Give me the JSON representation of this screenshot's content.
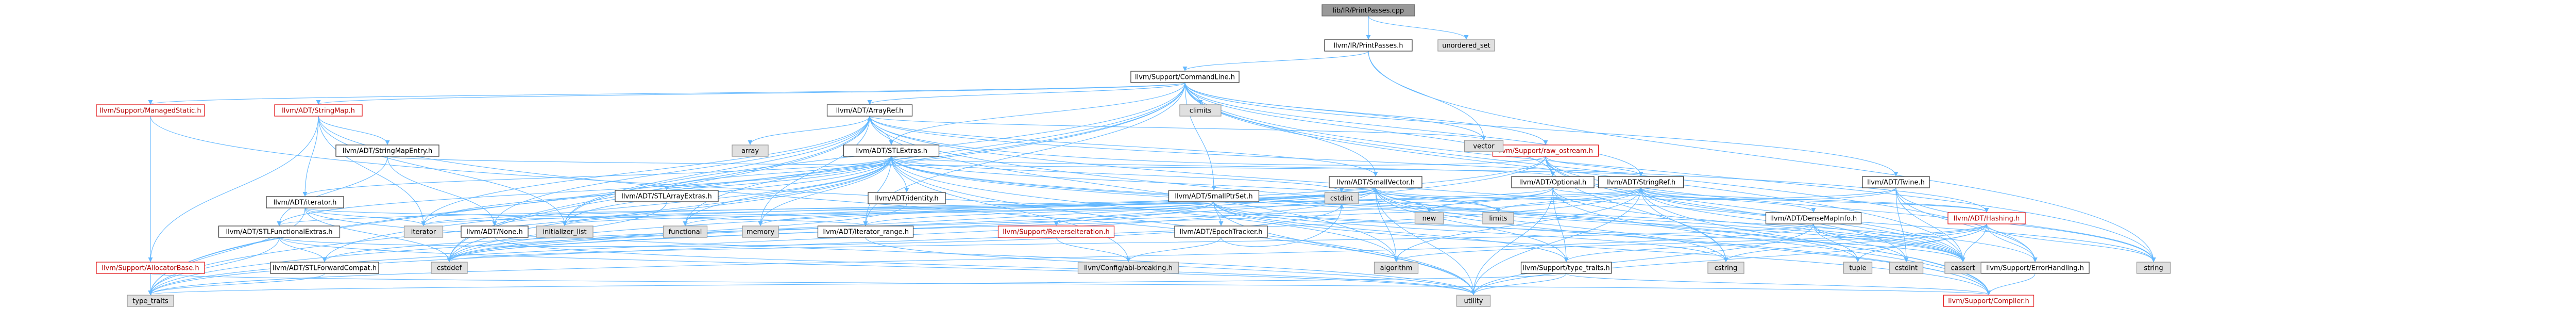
{
  "graph": {
    "colors": {
      "edge": "#63b8ff",
      "default_fill": "#ffffff",
      "default_border": "#3d3d3d",
      "default_text": "#000000",
      "red_border": "#e31a1c",
      "red_text": "#b30000",
      "gray_fill": "#e0e0e0",
      "gray_border": "#999999",
      "root_fill": "#999999",
      "root_border": "#666666"
    },
    "nodes": [
      {
        "id": "root",
        "label": "lib/IR/PrintPasses.cpp",
        "style": "root"
      },
      {
        "id": "printpasses_h",
        "label": "llvm/IR/PrintPasses.h",
        "style": "normal"
      },
      {
        "id": "unordered_set",
        "label": "unordered_set",
        "style": "gray"
      },
      {
        "id": "commandline",
        "label": "llvm/Support/CommandLine.h",
        "style": "normal"
      },
      {
        "id": "managedstatic",
        "label": "llvm/Support/ManagedStatic.h",
        "style": "red"
      },
      {
        "id": "stringmap",
        "label": "llvm/ADT/StringMap.h",
        "style": "red"
      },
      {
        "id": "arrayref",
        "label": "llvm/ADT/ArrayRef.h",
        "style": "normal"
      },
      {
        "id": "climits",
        "label": "climits",
        "style": "gray"
      },
      {
        "id": "raw_ostream",
        "label": "llvm/Support/raw_ostream.h",
        "style": "red"
      },
      {
        "id": "vector",
        "label": "vector",
        "style": "gray"
      },
      {
        "id": "twine",
        "label": "llvm/ADT/Twine.h",
        "style": "normal"
      },
      {
        "id": "array",
        "label": "array",
        "style": "gray"
      },
      {
        "id": "stringmapentry",
        "label": "llvm/ADT/StringMapEntry.h",
        "style": "normal"
      },
      {
        "id": "stlextras",
        "label": "llvm/ADT/STLExtras.h",
        "style": "normal"
      },
      {
        "id": "stringref",
        "label": "llvm/ADT/StringRef.h",
        "style": "normal"
      },
      {
        "id": "iterator_h",
        "label": "llvm/ADT/iterator.h",
        "style": "normal"
      },
      {
        "id": "stlarrayextras",
        "label": "llvm/ADT/STLArrayExtras.h",
        "style": "normal"
      },
      {
        "id": "identity",
        "label": "llvm/ADT/identity.h",
        "style": "normal"
      },
      {
        "id": "smallptrset",
        "label": "llvm/ADT/SmallPtrSet.h",
        "style": "normal"
      },
      {
        "id": "smallvector",
        "label": "llvm/ADT/SmallVector.h",
        "style": "normal"
      },
      {
        "id": "optional",
        "label": "llvm/ADT/Optional.h",
        "style": "normal"
      },
      {
        "id": "stlfunctionalextras",
        "label": "llvm/ADT/STLFunctionalExtras.h",
        "style": "normal"
      },
      {
        "id": "none",
        "label": "llvm/ADT/None.h",
        "style": "normal"
      },
      {
        "id": "iterator_range",
        "label": "llvm/ADT/iterator_range.h",
        "style": "normal"
      },
      {
        "id": "reverseiteration",
        "label": "llvm/Support/ReverseIteration.h",
        "style": "red"
      },
      {
        "id": "epochtracker",
        "label": "llvm/ADT/EpochTracker.h",
        "style": "normal"
      },
      {
        "id": "densemapinfo",
        "label": "llvm/ADT/DenseMapInfo.h",
        "style": "normal"
      },
      {
        "id": "hashing",
        "label": "llvm/ADT/Hashing.h",
        "style": "red"
      },
      {
        "id": "allocatorbase",
        "label": "llvm/Support/AllocatorBase.h",
        "style": "red"
      },
      {
        "id": "stlforwardcompat",
        "label": "llvm/ADT/STLForwardCompat.h",
        "style": "normal"
      },
      {
        "id": "configabi",
        "label": "llvm/Config/abi-breaking.h",
        "style": "gray"
      },
      {
        "id": "typetraits_sup",
        "label": "llvm/Support/type_traits.h",
        "style": "normal"
      },
      {
        "id": "errorhandling",
        "label": "llvm/Support/ErrorHandling.h",
        "style": "normal"
      },
      {
        "id": "compiler",
        "label": "llvm/Support/Compiler.h",
        "style": "red"
      },
      {
        "id": "iterator",
        "label": "iterator",
        "style": "gray"
      },
      {
        "id": "initializer_list",
        "label": "initializer_list",
        "style": "gray"
      },
      {
        "id": "functional",
        "label": "functional",
        "style": "gray"
      },
      {
        "id": "memory",
        "label": "memory",
        "style": "gray"
      },
      {
        "id": "cstdint_a",
        "label": "cstdint",
        "style": "gray"
      },
      {
        "id": "new",
        "label": "new",
        "style": "gray"
      },
      {
        "id": "limits",
        "label": "limits",
        "style": "gray"
      },
      {
        "id": "cstddef",
        "label": "cstddef",
        "style": "gray"
      },
      {
        "id": "algorithm",
        "label": "algorithm",
        "style": "gray"
      },
      {
        "id": "cstring",
        "label": "cstring",
        "style": "gray"
      },
      {
        "id": "tuple",
        "label": "tuple",
        "style": "gray"
      },
      {
        "id": "cstdint_b",
        "label": "cstdint",
        "style": "gray"
      },
      {
        "id": "cassert",
        "label": "cassert",
        "style": "gray"
      },
      {
        "id": "string",
        "label": "string",
        "style": "gray"
      },
      {
        "id": "type_traits",
        "label": "type_traits",
        "style": "gray"
      },
      {
        "id": "utility",
        "label": "utility",
        "style": "gray"
      }
    ],
    "edges": [
      [
        "root",
        "printpasses_h"
      ],
      [
        "root",
        "unordered_set"
      ],
      [
        "printpasses_h",
        "commandline"
      ],
      [
        "printpasses_h",
        "vector"
      ],
      [
        "printpasses_h",
        "string"
      ],
      [
        "commandline",
        "managedstatic"
      ],
      [
        "commandline",
        "stringmap"
      ],
      [
        "commandline",
        "arrayref"
      ],
      [
        "commandline",
        "climits"
      ],
      [
        "commandline",
        "raw_ostream"
      ],
      [
        "commandline",
        "vector"
      ],
      [
        "commandline",
        "twine"
      ],
      [
        "commandline",
        "stlextras"
      ],
      [
        "commandline",
        "stringref"
      ],
      [
        "commandline",
        "smallptrset"
      ],
      [
        "commandline",
        "smallvector"
      ],
      [
        "commandline",
        "optional"
      ],
      [
        "commandline",
        "iterator_range"
      ],
      [
        "commandline",
        "errorhandling"
      ],
      [
        "commandline",
        "cassert"
      ],
      [
        "commandline",
        "cstddef"
      ],
      [
        "commandline",
        "functional"
      ],
      [
        "commandline",
        "initializer_list"
      ],
      [
        "commandline",
        "string"
      ],
      [
        "commandline",
        "type_traits"
      ],
      [
        "managedstatic",
        "compiler"
      ],
      [
        "managedstatic",
        "type_traits"
      ],
      [
        "stringmap",
        "stringmapentry"
      ],
      [
        "stringmap",
        "iterator_h"
      ],
      [
        "stringmap",
        "allocatorbase"
      ],
      [
        "stringmap",
        "initializer_list"
      ],
      [
        "stringmap",
        "iterator"
      ],
      [
        "stringmap",
        "utility"
      ],
      [
        "arrayref",
        "hashing"
      ],
      [
        "arrayref",
        "none"
      ],
      [
        "arrayref",
        "smallvector"
      ],
      [
        "arrayref",
        "stlextras"
      ],
      [
        "arrayref",
        "compiler"
      ],
      [
        "arrayref",
        "algorithm"
      ],
      [
        "arrayref",
        "array"
      ],
      [
        "arrayref",
        "cassert"
      ],
      [
        "arrayref",
        "cstddef"
      ],
      [
        "arrayref",
        "initializer_list"
      ],
      [
        "arrayref",
        "iterator"
      ],
      [
        "arrayref",
        "memory"
      ],
      [
        "arrayref",
        "type_traits"
      ],
      [
        "arrayref",
        "vector"
      ],
      [
        "raw_ostream",
        "arrayref"
      ],
      [
        "raw_ostream",
        "stringref"
      ],
      [
        "raw_ostream",
        "optional"
      ],
      [
        "raw_ostream",
        "cassert"
      ],
      [
        "raw_ostream",
        "cstddef"
      ],
      [
        "raw_ostream",
        "cstdint_b"
      ],
      [
        "raw_ostream",
        "cstring"
      ],
      [
        "raw_ostream",
        "string"
      ],
      [
        "raw_ostream",
        "type_traits"
      ],
      [
        "twine",
        "smallvector"
      ],
      [
        "twine",
        "stringref"
      ],
      [
        "twine",
        "errorhandling"
      ],
      [
        "twine",
        "cassert"
      ],
      [
        "twine",
        "cstdint_b"
      ],
      [
        "twine",
        "string"
      ],
      [
        "stringmapentry",
        "none"
      ],
      [
        "stringmapentry",
        "stringref"
      ],
      [
        "stringmapentry",
        "stlfunctionalextras"
      ],
      [
        "stlextras",
        "stlarrayextras"
      ],
      [
        "stlextras",
        "identity"
      ],
      [
        "stlextras",
        "optional"
      ],
      [
        "stlextras",
        "stlforwardcompat"
      ],
      [
        "stlextras",
        "stlfunctionalextras"
      ],
      [
        "stlextras",
        "iterator_h"
      ],
      [
        "stlextras",
        "iterator_range"
      ],
      [
        "stlextras",
        "configabi"
      ],
      [
        "stlextras",
        "errorhandling"
      ],
      [
        "stlextras",
        "algorithm"
      ],
      [
        "stlextras",
        "cassert"
      ],
      [
        "stlextras",
        "cstddef"
      ],
      [
        "stlextras",
        "cstdint_a"
      ],
      [
        "stlextras",
        "cstdlib_x"
      ],
      [
        "stlextras",
        "functional"
      ],
      [
        "stlextras",
        "initializer_list"
      ],
      [
        "stlextras",
        "iterator"
      ],
      [
        "stlextras",
        "limits"
      ],
      [
        "stlextras",
        "memory"
      ],
      [
        "stlextras",
        "tuple"
      ],
      [
        "stlextras",
        "type_traits"
      ],
      [
        "stlextras",
        "utility"
      ],
      [
        "stringref",
        "stlfunctionalextras"
      ],
      [
        "stringref",
        "iterator_range"
      ],
      [
        "stringref",
        "compiler"
      ],
      [
        "stringref",
        "algorithm"
      ],
      [
        "stringref",
        "cassert"
      ],
      [
        "stringref",
        "cstddef"
      ],
      [
        "stringref",
        "cstring"
      ],
      [
        "stringref",
        "limits"
      ],
      [
        "stringref",
        "string"
      ],
      [
        "stringref",
        "type_traits"
      ],
      [
        "stringref",
        "utility"
      ],
      [
        "stringref",
        "densemapinfo"
      ],
      [
        "stringref",
        "hashing"
      ],
      [
        "iterator_h",
        "iterator_range"
      ],
      [
        "iterator_h",
        "cstddef"
      ],
      [
        "iterator_h",
        "iterator"
      ],
      [
        "iterator_h",
        "type_traits"
      ],
      [
        "iterator_h",
        "utility"
      ],
      [
        "stlarrayextras",
        "cstddef"
      ],
      [
        "identity",
        "cstddef"
      ],
      [
        "smallptrset",
        "epochtracker"
      ],
      [
        "smallptrset",
        "compiler"
      ],
      [
        "smallptrset",
        "reverseiteration"
      ],
      [
        "smallptrset",
        "typetraits_sup"
      ],
      [
        "smallptrset",
        "cassert"
      ],
      [
        "smallptrset",
        "cstddef"
      ],
      [
        "smallptrset",
        "cstdlib_x"
      ],
      [
        "smallptrset",
        "cstring"
      ],
      [
        "smallptrset",
        "initializer_list"
      ],
      [
        "smallptrset",
        "iterator"
      ],
      [
        "smallptrset",
        "utility"
      ],
      [
        "smallvector",
        "compiler"
      ],
      [
        "smallvector",
        "typetraits_sup"
      ],
      [
        "smallvector",
        "algorithm"
      ],
      [
        "smallvector",
        "cassert"
      ],
      [
        "smallvector",
        "cstddef"
      ],
      [
        "smallvector",
        "cstdlib_x"
      ],
      [
        "smallvector",
        "cstring"
      ],
      [
        "smallvector",
        "functional"
      ],
      [
        "smallvector",
        "initializer_list"
      ],
      [
        "smallvector",
        "iterator"
      ],
      [
        "smallvector",
        "limits"
      ],
      [
        "smallvector",
        "memory"
      ],
      [
        "smallvector",
        "new"
      ],
      [
        "smallvector",
        "type_traits"
      ],
      [
        "smallvector",
        "utility"
      ],
      [
        "smallvector",
        "cstdint_a"
      ],
      [
        "optional",
        "hashing"
      ],
      [
        "optional",
        "none"
      ],
      [
        "optional",
        "stlforwardcompat"
      ],
      [
        "optional",
        "compiler"
      ],
      [
        "optional",
        "typetraits_sup"
      ],
      [
        "optional",
        "cassert"
      ],
      [
        "optional",
        "new"
      ],
      [
        "optional",
        "utility"
      ],
      [
        "stlfunctionalextras",
        "stlforwardcompat"
      ],
      [
        "stlfunctionalextras",
        "cstdint_a"
      ],
      [
        "stlfunctionalextras",
        "type_traits"
      ],
      [
        "stlfunctionalextras",
        "utility"
      ],
      [
        "none",
        "utility"
      ],
      [
        "iterator_range",
        "utility"
      ],
      [
        "reverseiteration",
        "configabi"
      ],
      [
        "epochtracker",
        "configabi"
      ],
      [
        "epochtracker",
        "cstdint_a"
      ],
      [
        "densemapinfo",
        "cassert"
      ],
      [
        "densemapinfo",
        "cstddef"
      ],
      [
        "densemapinfo",
        "cstdint_b"
      ],
      [
        "densemapinfo",
        "tuple"
      ],
      [
        "densemapinfo",
        "type_traits"
      ],
      [
        "densemapinfo",
        "utility"
      ],
      [
        "hashing",
        "errorhandling"
      ],
      [
        "hashing",
        "typetraits_sup"
      ],
      [
        "hashing",
        "algorithm"
      ],
      [
        "hashing",
        "cassert"
      ],
      [
        "hashing",
        "cstring"
      ],
      [
        "hashing",
        "string"
      ],
      [
        "hashing",
        "tuple"
      ],
      [
        "hashing",
        "utility"
      ],
      [
        "allocatorbase",
        "compiler"
      ],
      [
        "allocatorbase",
        "type_traits"
      ],
      [
        "stlforwardcompat",
        "type_traits"
      ],
      [
        "typetraits_sup",
        "compiler"
      ],
      [
        "typetraits_sup",
        "type_traits"
      ],
      [
        "typetraits_sup",
        "utility"
      ],
      [
        "errorhandling",
        "compiler"
      ]
    ]
  }
}
